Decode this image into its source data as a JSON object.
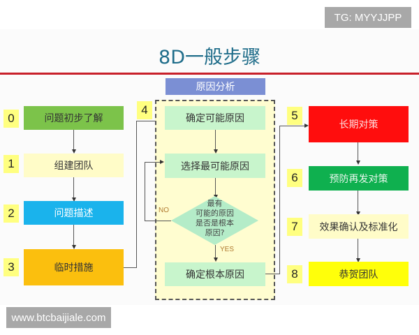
{
  "watermarks": {
    "top": "TG: MYYJJPP",
    "bottom": "www.btcbaijiale.com"
  },
  "title": "8D一般步骤",
  "cause_analysis": {
    "header": "原因分析",
    "steps": [
      {
        "label": "确定可能原因"
      },
      {
        "label": "选择最可能原因"
      },
      {
        "label": "确定根本原因"
      }
    ],
    "decision": {
      "lines": [
        "最有",
        "可能的原因",
        "是否是根本",
        "原因?"
      ],
      "no_label": "NO",
      "yes_label": "YES"
    }
  },
  "steps": [
    {
      "num": "0",
      "label": "问题初步了解",
      "color": "#7cc34a",
      "text_color": "#333333"
    },
    {
      "num": "1",
      "label": "组建团队",
      "color": "#fffcc8",
      "text_color": "#333333"
    },
    {
      "num": "2",
      "label": "问题描述",
      "color": "#1ab3ec",
      "text_color": "#ffffff"
    },
    {
      "num": "3",
      "label": "临时措施",
      "color": "#fbbf0e",
      "text_color": "#333333"
    },
    {
      "num": "4",
      "label": "",
      "color": "#fffdd0",
      "text_color": "#333333"
    },
    {
      "num": "5",
      "label": "长期对策",
      "color": "#ff0d0d",
      "text_color": "#fde0e0"
    },
    {
      "num": "6",
      "label": "预防再发对策",
      "color": "#0fb04f",
      "text_color": "#e8f6ec"
    },
    {
      "num": "7",
      "label": "效果确认及标准化",
      "color": "#fffcc8",
      "text_color": "#333333"
    },
    {
      "num": "8",
      "label": "恭贺团队",
      "color": "#ffff0a",
      "text_color": "#333333"
    }
  ]
}
